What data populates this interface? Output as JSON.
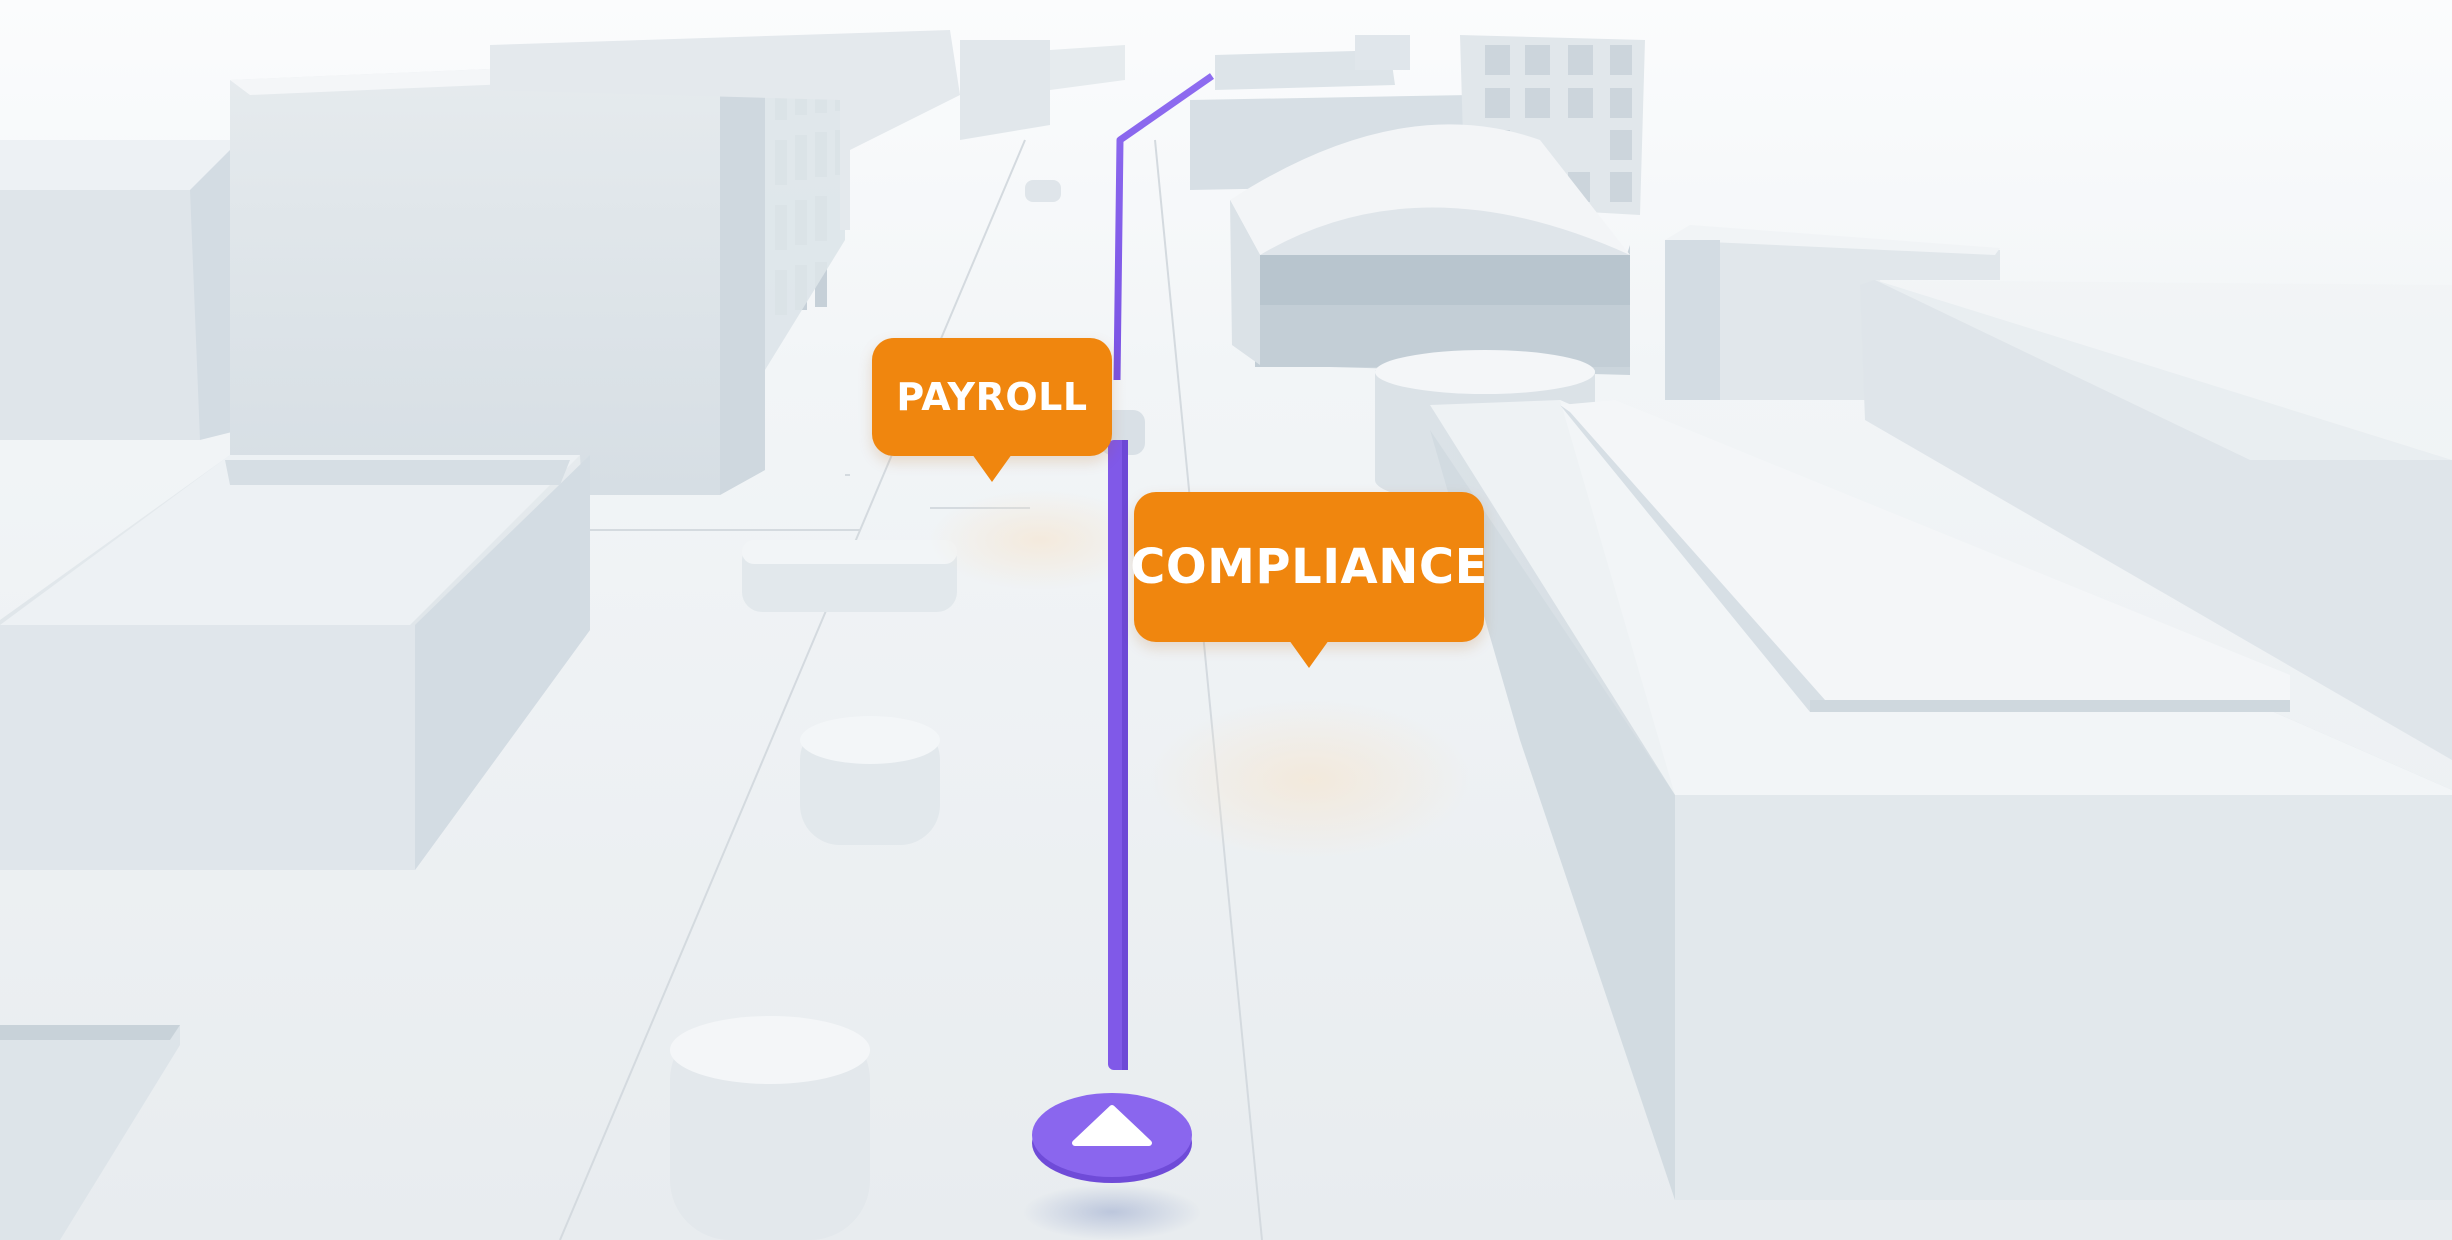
{
  "map": {
    "style": "3d-isometric-city",
    "theme": {
      "background": "#eef1f4",
      "building": "#e3e8ec",
      "building_shadow": "#b9c6d0",
      "route": "#8059e8",
      "label_bg": "#f0860e",
      "label_text": "#ffffff"
    }
  },
  "labels": [
    {
      "id": "payroll",
      "text": "PAYROLL"
    },
    {
      "id": "compliance",
      "text": "COMPLIANCE"
    }
  ],
  "route": {
    "color": "#8059e8"
  },
  "marker": {
    "icon": "navigation-arrow-icon",
    "color": "#8059e8"
  }
}
